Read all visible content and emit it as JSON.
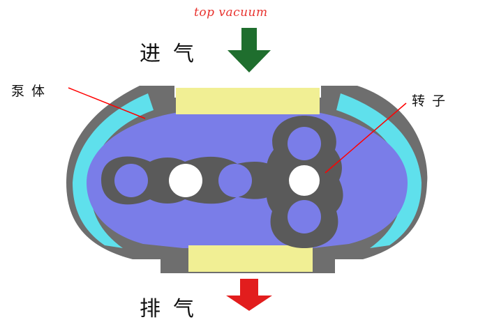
{
  "watermark": "top vacuum",
  "labels": {
    "inlet": "进气",
    "outlet": "排气",
    "pump_body": "泵体",
    "rotor": "转子"
  },
  "colors": {
    "inlet_arrow": "#1f6e2e",
    "outlet_arrow": "#e21d1d",
    "casing": "#6e6e6e",
    "jacket": "#5fe0ec",
    "chamber": "#7a7de8",
    "port": "#f1ef94",
    "rotor": "#5a5a5a",
    "leader_line": "#ff0000",
    "watermark": "#e8322e"
  }
}
